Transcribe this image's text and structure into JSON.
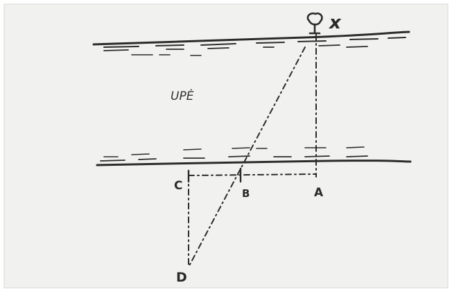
{
  "diagram": {
    "river_label": "UPĖ",
    "point_labels": {
      "tree": "x",
      "A": "A",
      "B": "B",
      "C": "C",
      "D": "D"
    },
    "colors": {
      "paper": "#f1f1ef",
      "ink": "#2b2b2b",
      "frame": "#d6d6d6"
    },
    "icons": {
      "tree": "tree-icon"
    }
  }
}
